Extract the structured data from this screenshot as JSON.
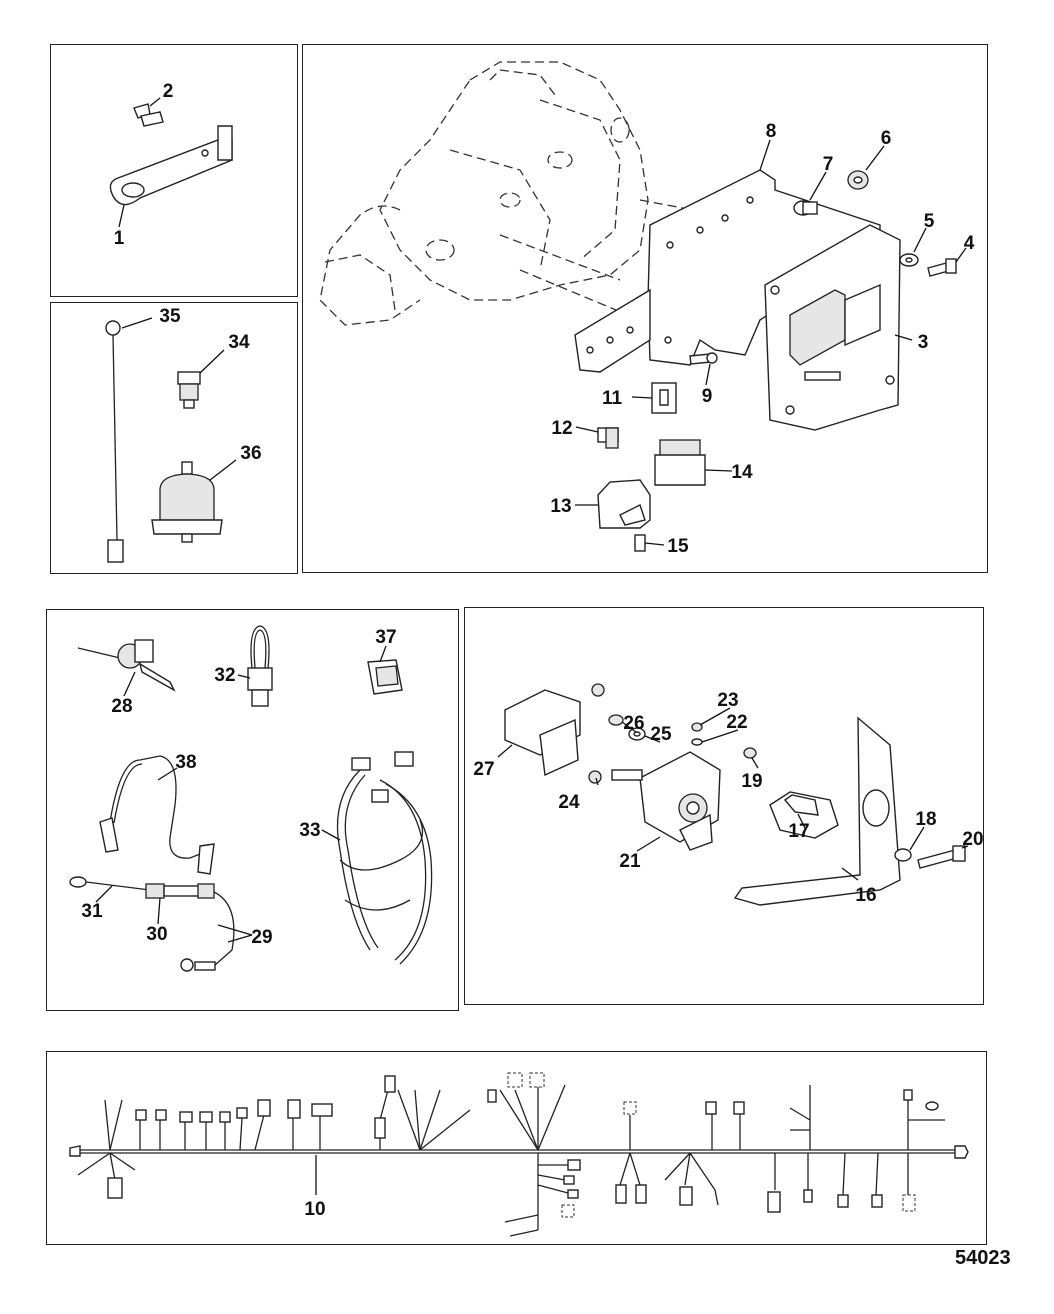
{
  "figure_id": "54023",
  "callouts": {
    "c1": "1",
    "c2": "2",
    "c3": "3",
    "c4": "4",
    "c5": "5",
    "c6": "6",
    "c7": "7",
    "c8": "8",
    "c9": "9",
    "c10": "10",
    "c11": "11",
    "c12": "12",
    "c13": "13",
    "c14": "14",
    "c15": "15",
    "c16": "16",
    "c17": "17",
    "c18": "18",
    "c19": "19",
    "c20": "20",
    "c21": "21",
    "c22": "22",
    "c23": "23",
    "c24": "24",
    "c25": "25",
    "c26": "26",
    "c27": "27",
    "c28": "28",
    "c29": "29",
    "c30": "30",
    "c31": "31",
    "c32": "32",
    "c33": "33",
    "c34": "34",
    "c35": "35",
    "c36": "36",
    "c37": "37",
    "c38": "38"
  }
}
